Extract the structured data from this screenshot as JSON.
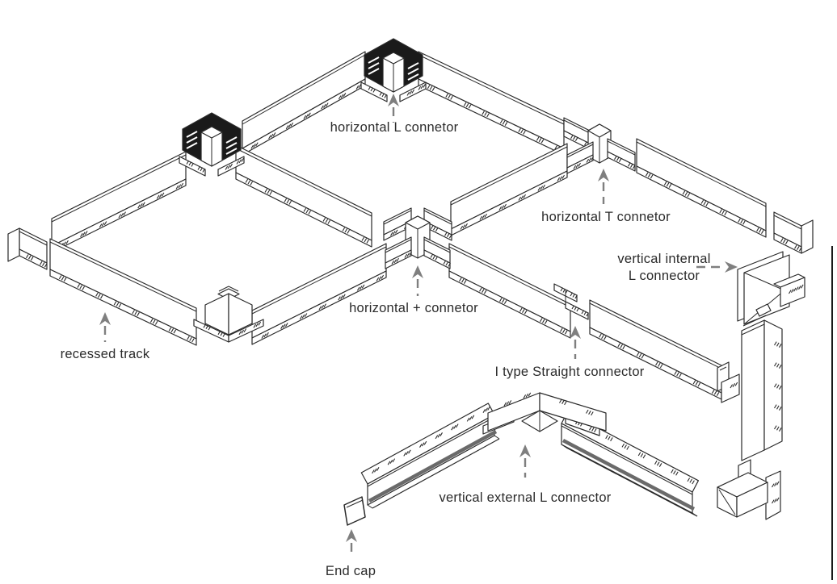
{
  "diagram": {
    "background": "#ffffff",
    "line_color": "#2a2a2a",
    "arrow_color": "#7f7f7f",
    "black_fill": "#1a1a1a",
    "white_fill": "#ffffff",
    "lip_color": "#6a6a6a",
    "border_color": "#1a1a1a"
  },
  "labels": {
    "horizontal_l": "horizontal L connetor",
    "horizontal_t": "horizontal T connetor",
    "vertical_internal_1": "vertical internal",
    "vertical_internal_2": "L connector",
    "horizontal_plus": "horizontal + connetor",
    "recessed_track": "recessed track",
    "i_type": "I type Straight connector",
    "vertical_external": "vertical external L connector",
    "end_cap": "End cap"
  },
  "components": [
    "horizontal-l-connector-icon",
    "horizontal-t-connector-icon",
    "horizontal-plus-connector-icon",
    "vertical-internal-l-connector-icon",
    "vertical-external-l-connector-icon",
    "i-type-straight-connector-icon",
    "recessed-track-icon",
    "end-cap-icon"
  ]
}
